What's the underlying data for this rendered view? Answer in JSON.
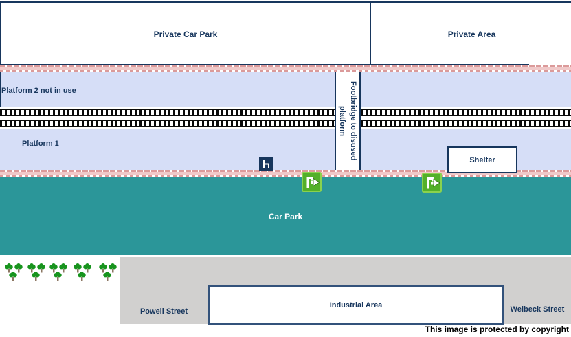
{
  "labels": {
    "private_car_park": "Private Car Park",
    "private_area": "Private Area",
    "platform_2": "Platform 2 not in use",
    "platform_1": "Platform 1",
    "footbridge": "Footbridge to disused platform",
    "shelter": "Shelter",
    "car_park": "Car Park",
    "industrial_area": "Industrial Area",
    "powell_street": "Powell Street",
    "welbeck_street": "Welbeck Street"
  },
  "footer": {
    "copyright": "This image is protected by copyright"
  },
  "icons": {
    "bench": "bench-icon",
    "exit": "exit-icon",
    "tree": "tree-icon"
  },
  "colors": {
    "navy": "#17365d",
    "platform_lavender": "#d6def7",
    "carpark_teal": "#2b9699",
    "fence_pink": "#db9a9a",
    "street_gray": "#d1d0cf",
    "exit_green": "#53b02a",
    "tree_green": "#18941e"
  }
}
